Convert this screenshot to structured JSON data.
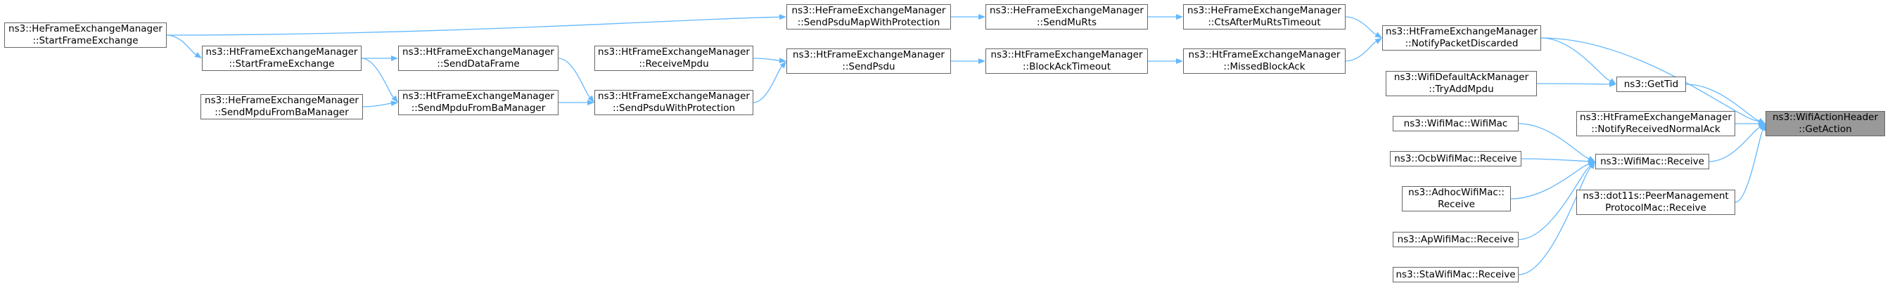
{
  "colors": {
    "edge": "#63b8ff",
    "node_border": "#666666",
    "root_fill": "#999999"
  },
  "nodes": [
    {
      "id": "root",
      "lines": [
        "ns3::WifiActionHeader",
        "::GetAction"
      ]
    },
    {
      "id": "notifypd",
      "lines": [
        "ns3::HtFrameExchangeManager",
        "::NotifyPacketDiscarded"
      ]
    },
    {
      "id": "gettid",
      "lines": [
        "ns3::GetTid"
      ]
    },
    {
      "id": "notifyrna",
      "lines": [
        "ns3::HtFrameExchangeManager",
        "::NotifyReceivedNormalAck"
      ]
    },
    {
      "id": "wmreceive",
      "lines": [
        "ns3::WifiMac::Receive"
      ]
    },
    {
      "id": "peermgmt",
      "lines": [
        "ns3::dot11s::PeerManagement",
        "ProtocolMac::Receive"
      ]
    },
    {
      "id": "ctsafter",
      "lines": [
        "ns3::HeFrameExchangeManager",
        "::CtsAfterMuRtsTimeout"
      ]
    },
    {
      "id": "missedba",
      "lines": [
        "ns3::HtFrameExchangeManager",
        "::MissedBlockAck"
      ]
    },
    {
      "id": "tryadd",
      "lines": [
        "ns3::WifiDefaultAckManager",
        "::TryAddMpdu"
      ]
    },
    {
      "id": "wifimac",
      "lines": [
        "ns3::WifiMac::WifiMac"
      ]
    },
    {
      "id": "ocb",
      "lines": [
        "ns3::OcbWifiMac::Receive"
      ]
    },
    {
      "id": "adhoc",
      "lines": [
        "ns3::AdhocWifiMac::",
        "Receive"
      ]
    },
    {
      "id": "ap",
      "lines": [
        "ns3::ApWifiMac::Receive"
      ]
    },
    {
      "id": "sta",
      "lines": [
        "ns3::StaWifiMac::Receive"
      ]
    },
    {
      "id": "sendmurts",
      "lines": [
        "ns3::HeFrameExchangeManager",
        "::SendMuRts"
      ]
    },
    {
      "id": "blockackto",
      "lines": [
        "ns3::HtFrameExchangeManager",
        "::BlockAckTimeout"
      ]
    },
    {
      "id": "sendpsdumap",
      "lines": [
        "ns3::HeFrameExchangeManager",
        "::SendPsduMapWithProtection"
      ]
    },
    {
      "id": "sendpsdu",
      "lines": [
        "ns3::HtFrameExchangeManager",
        "::SendPsdu"
      ]
    },
    {
      "id": "receivempdu",
      "lines": [
        "ns3::HtFrameExchangeManager",
        "::ReceiveMpdu"
      ]
    },
    {
      "id": "sendpsduwp",
      "lines": [
        "ns3::HtFrameExchangeManager",
        "::SendPsduWithProtection"
      ]
    },
    {
      "id": "senddata",
      "lines": [
        "ns3::HtFrameExchangeManager",
        "::SendDataFrame"
      ]
    },
    {
      "id": "htsendmpdu",
      "lines": [
        "ns3::HtFrameExchangeManager",
        "::SendMpduFromBaManager"
      ]
    },
    {
      "id": "htstartfe",
      "lines": [
        "ns3::HtFrameExchangeManager",
        "::StartFrameExchange"
      ]
    },
    {
      "id": "hesendmpdu",
      "lines": [
        "ns3::HeFrameExchangeManager",
        "::SendMpduFromBaManager"
      ]
    },
    {
      "id": "hestartfe",
      "lines": [
        "ns3::HeFrameExchangeManager",
        "::StartFrameExchange"
      ]
    }
  ],
  "edges": [
    [
      "notifypd",
      "root"
    ],
    [
      "gettid",
      "root"
    ],
    [
      "notifyrna",
      "root"
    ],
    [
      "wmreceive",
      "root"
    ],
    [
      "peermgmt",
      "root"
    ],
    [
      "ctsafter",
      "notifypd"
    ],
    [
      "missedba",
      "notifypd"
    ],
    [
      "notifypd",
      "gettid"
    ],
    [
      "tryadd",
      "gettid"
    ],
    [
      "wifimac",
      "wmreceive"
    ],
    [
      "ocb",
      "wmreceive"
    ],
    [
      "adhoc",
      "wmreceive"
    ],
    [
      "ap",
      "wmreceive"
    ],
    [
      "sta",
      "wmreceive"
    ],
    [
      "sendmurts",
      "ctsafter"
    ],
    [
      "blockackto",
      "missedba"
    ],
    [
      "sendpsdumap",
      "sendmurts"
    ],
    [
      "sendpsdu",
      "blockackto"
    ],
    [
      "hestartfe",
      "sendpsdumap"
    ],
    [
      "receivempdu",
      "sendpsdu"
    ],
    [
      "sendpsduwp",
      "sendpsdu"
    ],
    [
      "senddata",
      "sendpsduwp"
    ],
    [
      "htsendmpdu",
      "sendpsduwp"
    ],
    [
      "htstartfe",
      "senddata"
    ],
    [
      "htstartfe",
      "htsendmpdu"
    ],
    [
      "hesendmpdu",
      "htsendmpdu"
    ],
    [
      "hestartfe",
      "htstartfe"
    ]
  ]
}
